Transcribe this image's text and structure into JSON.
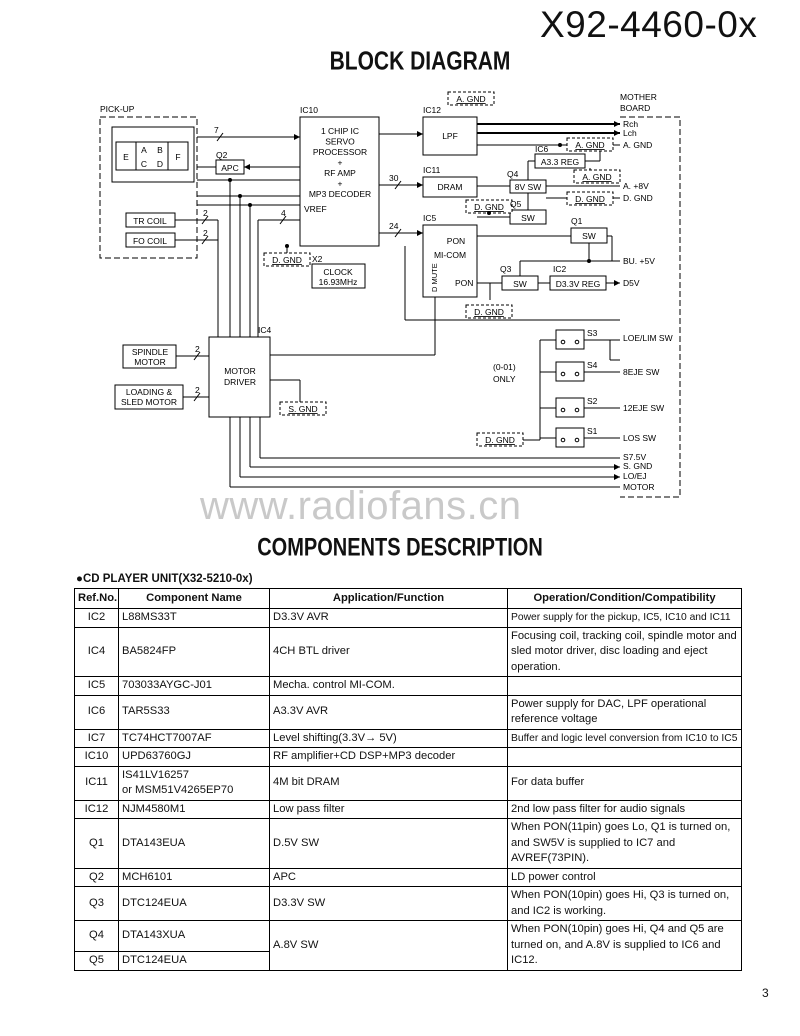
{
  "header": {
    "doc_number": "X92-4460-0x",
    "block_diagram_title": "BLOCK DIAGRAM"
  },
  "diagram": {
    "pickup_label": "PICK-UP",
    "sensor_cells": [
      "A",
      "B",
      "C",
      "D"
    ],
    "sensor_e": "E",
    "sensor_f": "F",
    "tr_coil": "TR COIL",
    "fo_coil": "FO COIL",
    "q2": "Q2",
    "apc": "APC",
    "ic10": "IC10",
    "ic10_lines": [
      "1 CHIP IC",
      "SERVO",
      "PROCESSOR",
      "+",
      "RF AMP",
      "+",
      "MP3 DECODER"
    ],
    "vref": "VREF",
    "x2": "X2",
    "clock": "CLOCK",
    "clock_freq": "16.93MHz",
    "ic12": "IC12",
    "lpf": "LPF",
    "ic11": "IC11",
    "dram": "DRAM",
    "ic5": "IC5",
    "micom": "MI-COM",
    "pon": "PON",
    "d_mute": "D MUTE",
    "ic6": "IC6",
    "a33_reg": "A3.3 REG",
    "q4": "Q4",
    "sw8v": "8V SW",
    "q5": "Q5",
    "sw": "SW",
    "q1": "Q1",
    "q3": "Q3",
    "ic2": "IC2",
    "d33_reg": "D3.3V REG",
    "ic4": "IC4",
    "motor_driver": [
      "MOTOR",
      "DRIVER"
    ],
    "spindle_motor": [
      "SPINDLE",
      "MOTOR"
    ],
    "loading_motor": [
      "LOADING &",
      "SLED MOTOR"
    ],
    "a_gnd": "A. GND",
    "d_gnd": "D. GND",
    "s_gnd": "S. GND",
    "mother_board": [
      "MOTHER",
      "BOARD"
    ],
    "right_labels": {
      "rch": "Rch",
      "lch": "Lch",
      "agnd": "A. GND",
      "a8v": "A. +8V",
      "dgnd": "D. GND",
      "bu5v": "BU. +5V",
      "d5v": "D5V",
      "loe": "LOE/LIM SW",
      "eje8": "8EJE SW",
      "eje12": "12EJE SW",
      "los": "LOS SW",
      "s75v": "S7.5V",
      "sgnd": "S. GND",
      "loej": "LO/EJ",
      "motor": "MOTOR"
    },
    "switches": [
      "S3",
      "S4",
      "S2",
      "S1"
    ],
    "only_note": [
      "(0-01)",
      "ONLY"
    ],
    "bus_counts": [
      "7",
      "30",
      "24",
      "4",
      "2",
      "2",
      "2",
      "2"
    ]
  },
  "watermark": "www.radiofans.cn",
  "components": {
    "title": "COMPONENTS DESCRIPTION",
    "unit_title": "●CD PLAYER UNIT(X32-5210-0x)",
    "headers": [
      "Ref.No.",
      "Component Name",
      "Application/Function",
      "Operation/Condition/Compatibility"
    ],
    "rows": [
      {
        "ref": "IC2",
        "name": "L88MS33T",
        "func": "D3.3V AVR",
        "op": "Power supply for the pickup, IC5, IC10 and IC11"
      },
      {
        "ref": "IC4",
        "name": "BA5824FP",
        "func": "4CH BTL driver",
        "op": "Focusing coil, tracking coil, spindle motor and sled motor driver, disc loading and eject operation."
      },
      {
        "ref": "IC5",
        "name": "703033AYGC-J01",
        "func": "Mecha. control  MI-COM.",
        "op": ""
      },
      {
        "ref": "IC6",
        "name": "TAR5S33",
        "func": "A3.3V AVR",
        "op": "Power supply for DAC, LPF operational reference voltage"
      },
      {
        "ref": "IC7",
        "name": "TC74HCT7007AF",
        "func": "Level shifting(3.3V→ 5V)",
        "op": "Buffer and logic level conversion from IC10 to IC5"
      },
      {
        "ref": "IC10",
        "name": "UPD63760GJ",
        "func": "RF amplifier+CD DSP+MP3 decoder",
        "op": ""
      },
      {
        "ref": "IC11",
        "name": "IS41LV16257\nor MSM51V4265EP70",
        "func": "4M bit DRAM",
        "op": "For data buffer"
      },
      {
        "ref": "IC12",
        "name": "NJM4580M1",
        "func": "Low pass filter",
        "op": "2nd low pass filter for audio signals"
      },
      {
        "ref": "Q1",
        "name": "DTA143EUA",
        "func": "D.5V SW",
        "op": "When PON(11pin) goes Lo, Q1 is turned on, and SW5V is supplied to IC7 and AVREF(73PIN)."
      },
      {
        "ref": "Q2",
        "name": "MCH6101",
        "func": "APC",
        "op": "LD power control"
      },
      {
        "ref": "Q3",
        "name": "DTC124EUA",
        "func": "D3.3V SW",
        "op": "When PON(10pin) goes Hi, Q3 is turned on, and IC2 is working."
      },
      {
        "ref": "Q4",
        "name": "DTA143XUA",
        "func": "A.8V SW",
        "op": "When PON(10pin) goes Hi, Q4 and Q5 are turned on, and A.8V is supplied to IC6 and IC12."
      },
      {
        "ref": "Q5",
        "name": "DTC124EUA",
        "func": "",
        "op": ""
      }
    ]
  },
  "page_number": "3"
}
